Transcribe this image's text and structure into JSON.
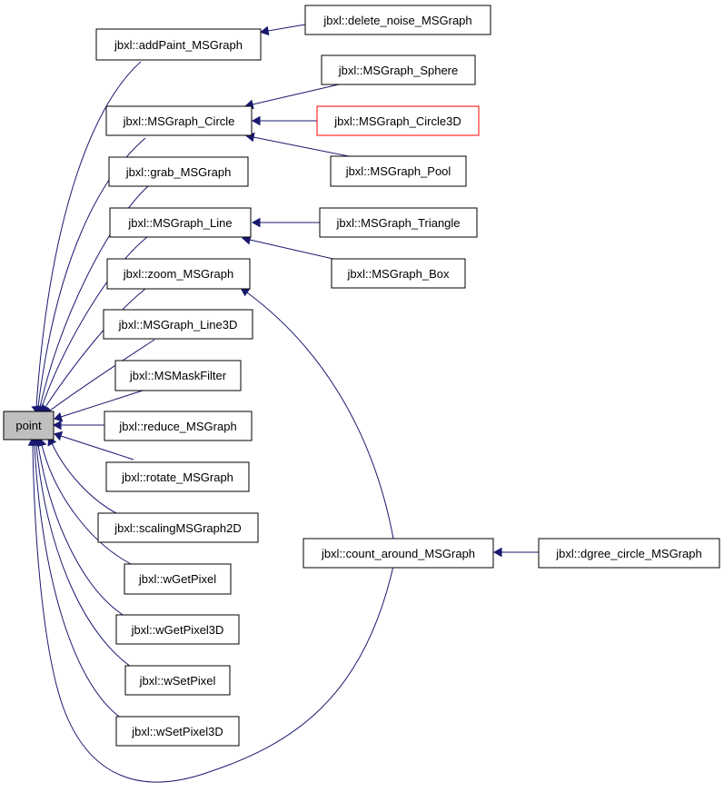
{
  "graph": {
    "edge_color": "#191970",
    "root_fill": "#bfbfbf",
    "highlight_border": "#ff0000",
    "nodes": {
      "point": "point",
      "addPaint": "jbxl::addPaint_MSGraph",
      "deleteNoise": "jbxl::delete_noise_MSGraph",
      "circle": "jbxl::MSGraph_Circle",
      "sphere": "jbxl::MSGraph_Sphere",
      "circle3d": "jbxl::MSGraph_Circle3D",
      "pool": "jbxl::MSGraph_Pool",
      "grab": "jbxl::grab_MSGraph",
      "line": "jbxl::MSGraph_Line",
      "triangle": "jbxl::MSGraph_Triangle",
      "box": "jbxl::MSGraph_Box",
      "zoom": "jbxl::zoom_MSGraph",
      "line3d": "jbxl::MSGraph_Line3D",
      "maskFilter": "jbxl::MSMaskFilter",
      "reduce": "jbxl::reduce_MSGraph",
      "rotate": "jbxl::rotate_MSGraph",
      "scaling": "jbxl::scalingMSGraph2D",
      "getPixel": "jbxl::wGetPixel",
      "getPixel3d": "jbxl::wGetPixel3D",
      "setPixel": "jbxl::wSetPixel",
      "setPixel3d": "jbxl::wSetPixel3D",
      "countAround": "jbxl::count_around_MSGraph",
      "dgreeCircle": "jbxl::dgree_circle_MSGraph"
    }
  }
}
